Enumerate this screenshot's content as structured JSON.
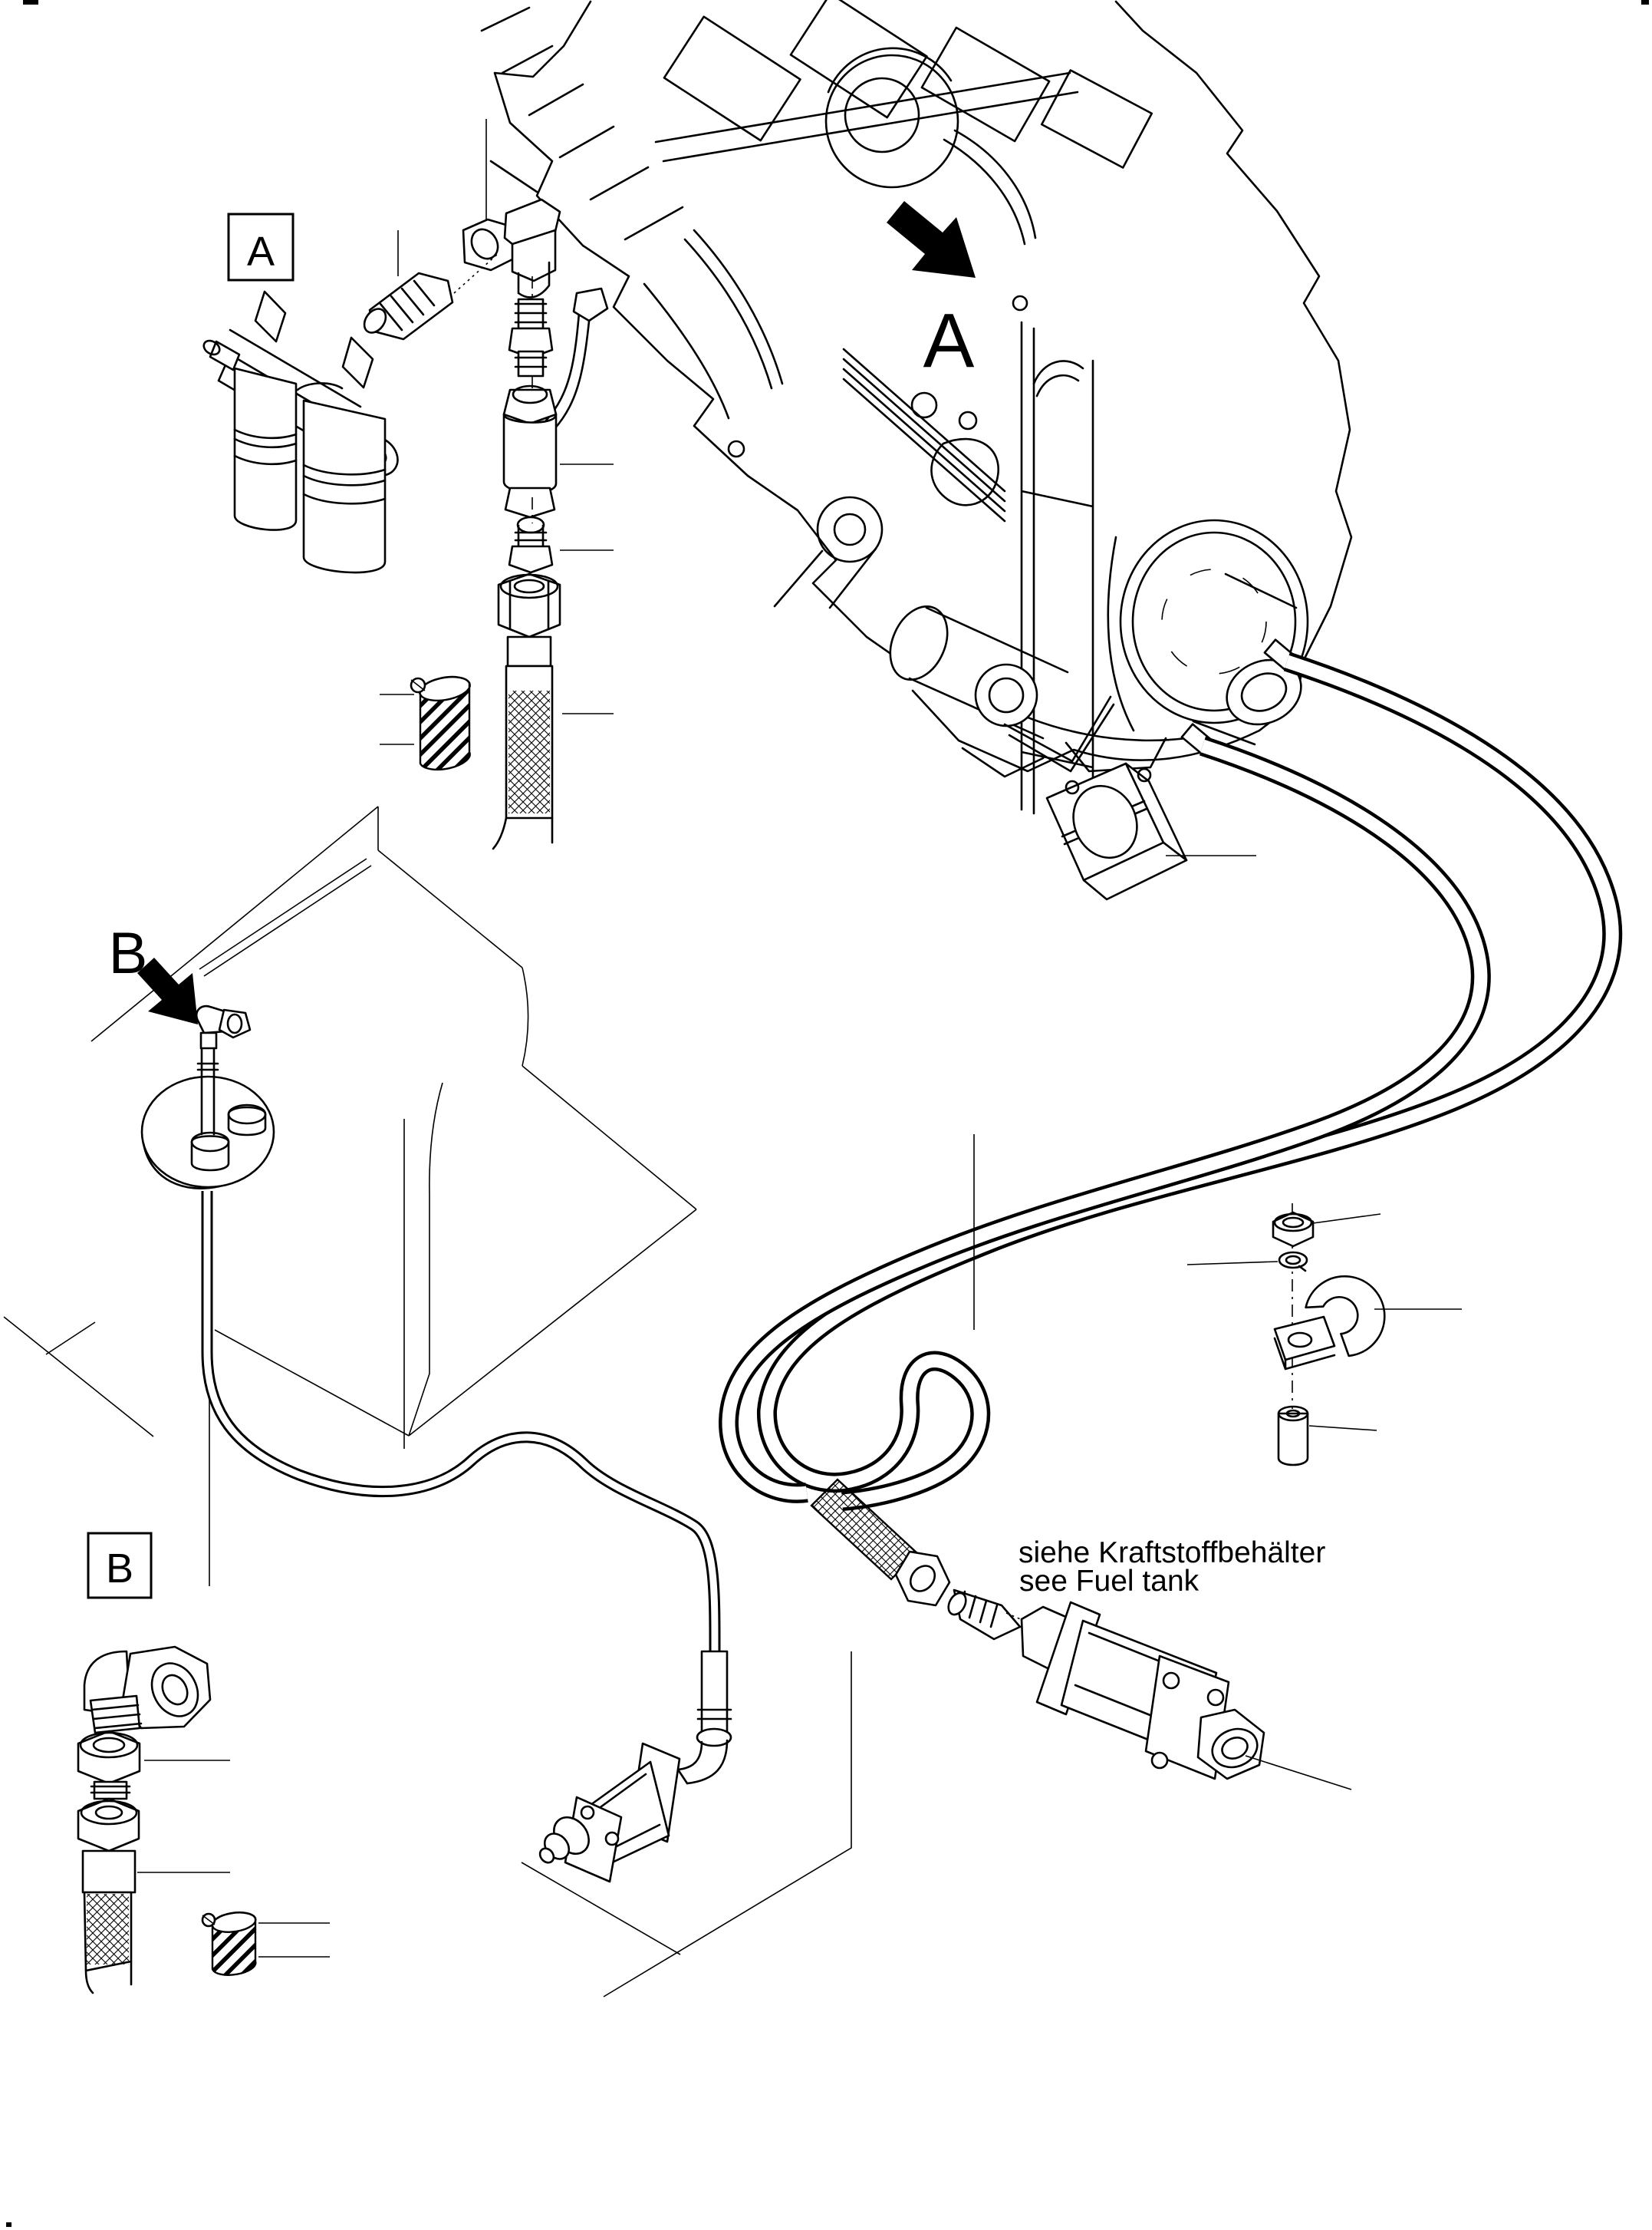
{
  "diagram": {
    "title_hidden": "",
    "ink_color": "#000000",
    "paper_color": "#ffffff",
    "detail_markers": {
      "a_box_label": "A",
      "b_box_label": "B",
      "a_arrow_label": "A",
      "b_arrow_label": "B"
    },
    "note": {
      "line1": "siehe Kraftstoffbehälter",
      "line2": "see Fuel tank"
    }
  }
}
